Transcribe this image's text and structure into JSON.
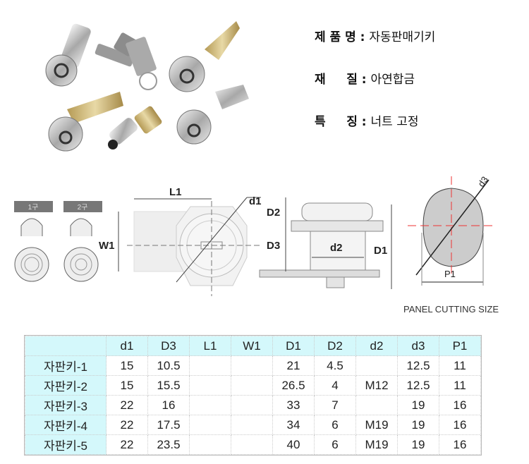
{
  "specs": [
    {
      "label": "제 품 명",
      "value": "자동판매기키"
    },
    {
      "label": "재     질",
      "value": "아연합금"
    },
    {
      "label": "특     징",
      "value": "너트 고정"
    }
  ],
  "diagram": {
    "type_labels": [
      "1구",
      "2구"
    ],
    "dims": {
      "L1": "L1",
      "W1": "W1",
      "d1": "d1",
      "D2": "D2",
      "D3": "D3",
      "d2": "d2",
      "D1": "D1",
      "d3": "d3",
      "P1": "P1"
    },
    "panel_caption": "PANEL CUTTING SIZE"
  },
  "table": {
    "headers": [
      "d1",
      "D3",
      "L1",
      "W1",
      "D1",
      "D2",
      "d2",
      "d3",
      "P1"
    ],
    "rows": [
      {
        "name": "자판키-1",
        "cells": [
          "15",
          "10.5",
          "",
          "",
          "21",
          "4.5",
          "",
          "12.5",
          "11"
        ]
      },
      {
        "name": "자판키-2",
        "cells": [
          "15",
          "15.5",
          "",
          "",
          "26.5",
          "4",
          "M12",
          "12.5",
          "11"
        ]
      },
      {
        "name": "자판키-3",
        "cells": [
          "22",
          "16",
          "",
          "",
          "33",
          "7",
          "",
          "19",
          "16"
        ]
      },
      {
        "name": "자판키-4",
        "cells": [
          "22",
          "17.5",
          "",
          "",
          "34",
          "6",
          "M19",
          "19",
          "16"
        ]
      },
      {
        "name": "자판키-5",
        "cells": [
          "22",
          "23.5",
          "",
          "",
          "40",
          "6",
          "M19",
          "19",
          "16"
        ]
      }
    ]
  }
}
